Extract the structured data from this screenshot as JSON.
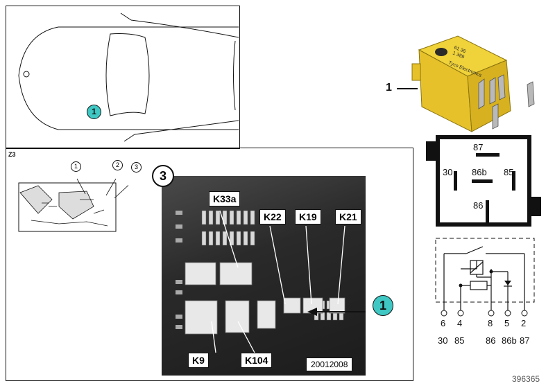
{
  "callout_main": "1",
  "callout_car": "1",
  "callout_photo": "1",
  "part_number_label": "1",
  "engine_ref": "Z3",
  "engine_callouts": [
    "1",
    "2",
    "3"
  ],
  "photo_section": "3",
  "photo_code": "20012008",
  "relay_labels": {
    "k33a": "K33a",
    "k22": "K22",
    "k19": "K19",
    "k21": "K21",
    "k9": "K9",
    "k104": "K104"
  },
  "relay_pins": {
    "p87": "87",
    "p30": "30",
    "p86b": "86b",
    "p85": "85",
    "p86": "86"
  },
  "schematic_pins": [
    {
      "num": "6",
      "func": "30"
    },
    {
      "num": "4",
      "func": "85"
    },
    {
      "num": "8",
      "func": "86"
    },
    {
      "num": "5",
      "func": "86b"
    },
    {
      "num": "2",
      "func": "87"
    }
  ],
  "diagram_id": "396365",
  "colors": {
    "accent": "#3fc7c4",
    "relay_yellow": "#e8c832"
  }
}
